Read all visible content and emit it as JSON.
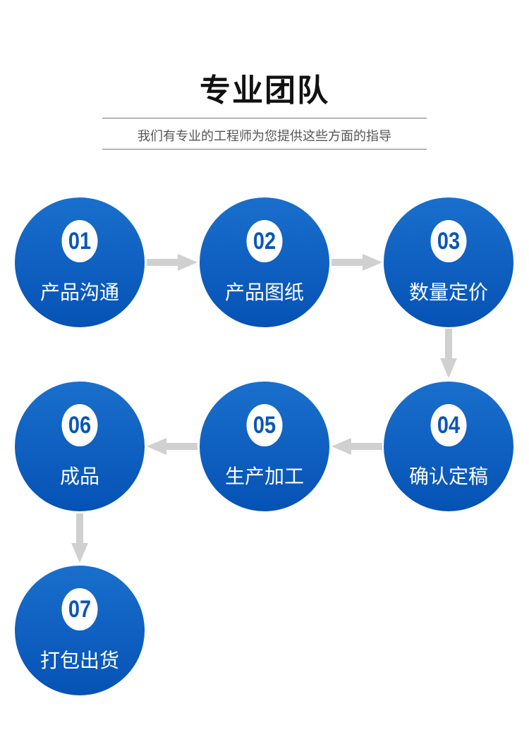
{
  "header": {
    "title": "专业团队",
    "subtitle": "我们有专业的工程师为您提供这些方面的指导"
  },
  "steps": [
    {
      "num": "01",
      "label": "产品沟通"
    },
    {
      "num": "02",
      "label": "产品图纸"
    },
    {
      "num": "03",
      "label": "数量定价"
    },
    {
      "num": "04",
      "label": "确认定稿"
    },
    {
      "num": "05",
      "label": "生产加工"
    },
    {
      "num": "06",
      "label": "成品"
    },
    {
      "num": "07",
      "label": "打包出货"
    }
  ],
  "colors": {
    "circle": "#0a5cbf",
    "arrow": "#d0d0d0"
  }
}
